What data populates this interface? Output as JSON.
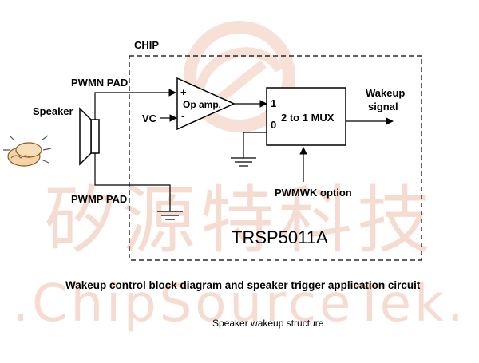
{
  "watermark": {
    "chinese": "矽源特科技",
    "latin": ".ChipSourceTek.",
    "color": "#f4d2c4"
  },
  "diagram": {
    "chip_label": "CHIP",
    "pwmn_pad": "PWMN PAD",
    "pwmp_pad": "PWMP PAD",
    "speaker_label": "Speaker",
    "vc_label": "VC",
    "plus_sign": "+",
    "minus_sign": "-",
    "opamp_label": "Op amp.",
    "mux_input_1": "1",
    "mux_input_0": "0",
    "mux_label": "2 to 1 MUX",
    "wakeup_line1": "Wakeup",
    "wakeup_line2": "signal",
    "pwmwk_label": "PWMWK option",
    "chip_part": "TRSP5011A",
    "title": "Wakeup control block diagram and speaker trigger application circuit",
    "caption": "Speaker wakeup structure"
  },
  "icons": [
    "hand-clap-icon",
    "speaker-icon",
    "ground-icon",
    "op-amp-triangle",
    "arrow-icon"
  ]
}
